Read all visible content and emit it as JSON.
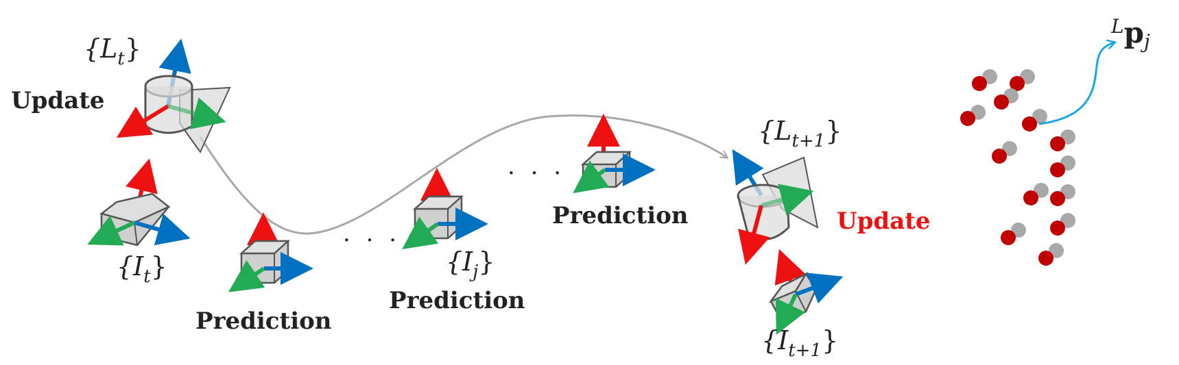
{
  "labels": {
    "update_left": "Update",
    "update_right": "Update",
    "prediction_1": "Prediction",
    "prediction_2": "Prediction",
    "prediction_3": "Prediction",
    "frame_lt": "{L",
    "frame_lt_sub": "t",
    "frame_lt_close": "}",
    "frame_lt1": "{L",
    "frame_lt1_sub": "t+1",
    "frame_lt1_close": "}",
    "frame_it": "{I",
    "frame_it_sub": "t",
    "frame_it_close": "}",
    "frame_ij": "{I",
    "frame_ij_sub": "j",
    "frame_ij_close": "}",
    "frame_it1": "{I",
    "frame_it1_sub": "t+1",
    "frame_it1_close": "}",
    "point_sup": "L",
    "point_main": "p",
    "point_sub": "j",
    "ellipsis_1": "· · ·",
    "ellipsis_2": "· · ·"
  },
  "colors": {
    "axis_x": "#ee1111",
    "axis_y": "#22aa55",
    "axis_z": "#0070c0",
    "trajectory": "#a8a8a8",
    "update_highlight": "#ee1111",
    "point_red": "#c00000",
    "point_gray": "#a8a8a8",
    "point_arrow": "#1aa6e0"
  }
}
